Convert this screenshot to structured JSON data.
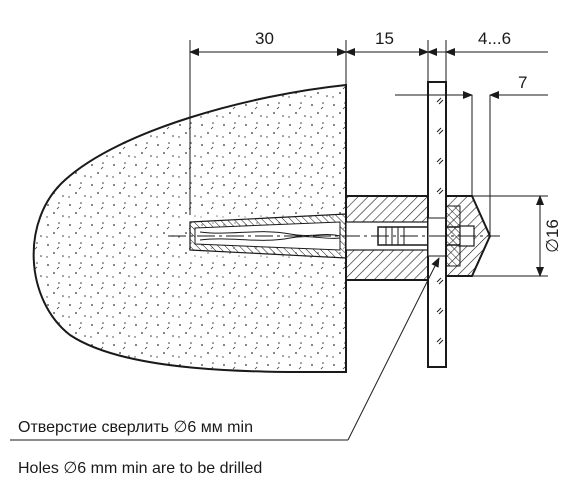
{
  "dimensions": {
    "wall_depth": "30",
    "spacer_length": "15",
    "glass_thickness": "4...6",
    "head_offset": "7",
    "head_diameter": "16",
    "diameter_symbol": "∅"
  },
  "notes": {
    "russian": "Отверстие  сверлить ∅6 мм min",
    "english": "Holes  ∅6 mm min are to be drilled"
  }
}
